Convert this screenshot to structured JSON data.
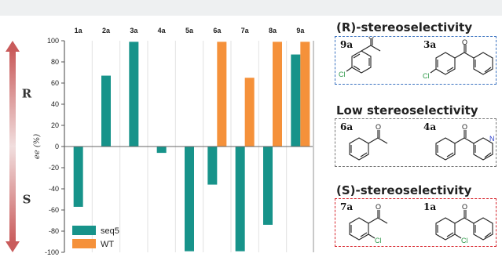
{
  "chart_data": {
    "type": "bar",
    "categories": [
      "1a",
      "2a",
      "3a",
      "4a",
      "5a",
      "6a",
      "7a",
      "8a",
      "9a"
    ],
    "series": [
      {
        "name": "seq5",
        "color": "#17938a",
        "values": [
          -57,
          67,
          99,
          -6,
          -99,
          -36,
          -99,
          -74,
          87
        ]
      },
      {
        "name": "WT",
        "color": "#f5913a",
        "values": [
          null,
          null,
          null,
          null,
          null,
          99,
          65,
          99,
          99
        ]
      }
    ],
    "ylabel": "ee (%)",
    "ylim": [
      -100,
      100
    ],
    "yticks": [
      -100,
      -80,
      -60,
      -40,
      -20,
      0,
      20,
      40,
      60,
      80,
      100
    ],
    "side_labels": {
      "top": "R",
      "bottom": "S"
    },
    "legend": "bottom-left"
  },
  "panel": {
    "r_title": "(R)-stereoselectivity",
    "low_title": "Low stereoselectivity",
    "s_title": "(S)-stereoselectivity",
    "r_labels": [
      "9a",
      "3a"
    ],
    "low_labels": [
      "6a",
      "4a"
    ],
    "s_labels": [
      "7a",
      "1a"
    ],
    "atoms": {
      "o": "O",
      "cl": "Cl",
      "n": "N"
    },
    "colors": {
      "r_box": "#3a72c0",
      "low_box": "#777777",
      "s_box": "#d8262e",
      "cl": "#2e9a4a",
      "n": "#3344cc"
    }
  }
}
